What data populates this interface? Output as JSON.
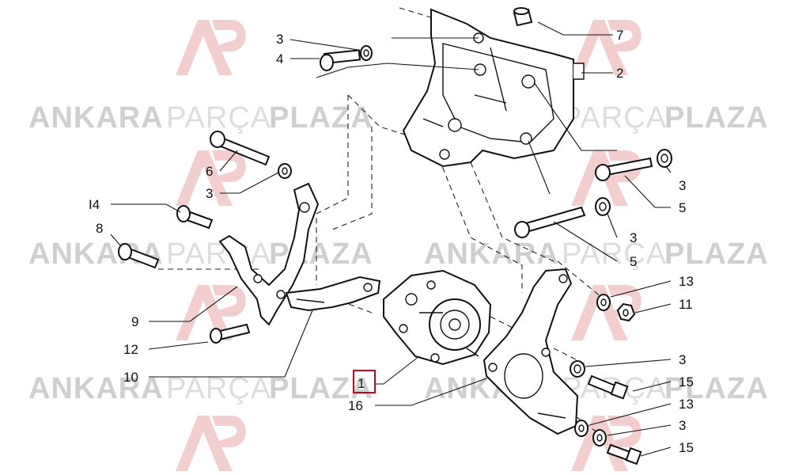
{
  "watermark": {
    "brand_word_1": "ANKARA",
    "brand_word_2": "PARÇA",
    "brand_word_3": "PLAZA",
    "text_color": "#cfcfcf",
    "logo_color": "#f2c9c9"
  },
  "highlight": {
    "color": "#d0021b"
  },
  "callouts": {
    "c3_top": "3",
    "c4": "4",
    "c7": "7",
    "c2": "2",
    "c6": "6",
    "c3_left": "3",
    "c14": "I4",
    "c8": "8",
    "c9": "9",
    "c12": "12",
    "c10": "10",
    "c1": "1",
    "c16": "16",
    "c3_r1": "3",
    "c5_r1": "5",
    "c3_r2": "3",
    "c5_r2": "5",
    "c13_r1": "13",
    "c11": "11",
    "c3_r3": "3",
    "c15_r1": "15",
    "c13_r2": "13",
    "c3_r4": "3",
    "c15_r2": "15"
  }
}
